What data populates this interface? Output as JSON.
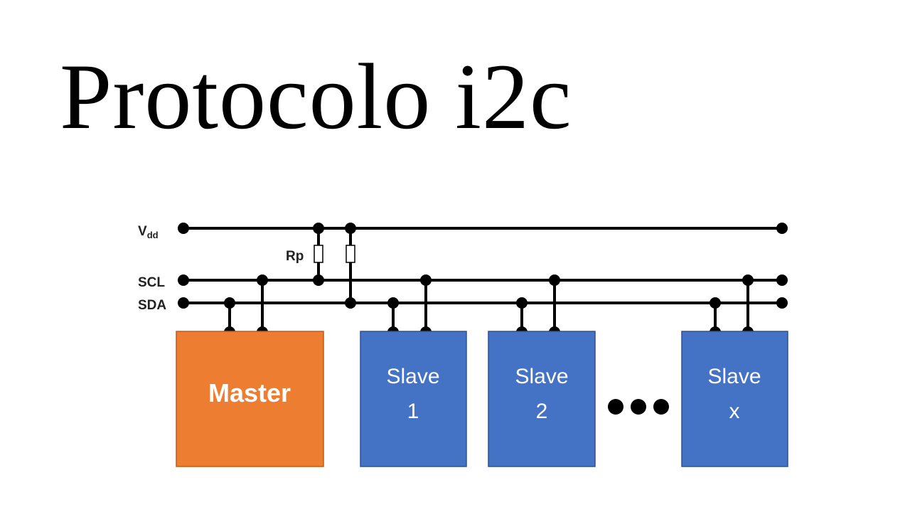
{
  "title": "Protocolo i2c",
  "rails": {
    "vdd": {
      "main": "V",
      "sub": "dd"
    },
    "scl": "SCL",
    "sda": "SDA"
  },
  "resistor_label": "Rp",
  "devices": {
    "master": {
      "label": "Master",
      "color": "#ED7D31"
    },
    "slave1": {
      "line1": "Slave",
      "line2": "1",
      "color": "#4472C4"
    },
    "slave2": {
      "line1": "Slave",
      "line2": "2",
      "color": "#4472C4"
    },
    "slavex": {
      "line1": "Slave",
      "line2": "x",
      "color": "#4472C4"
    }
  },
  "ellipsis_icon": "three-dots"
}
